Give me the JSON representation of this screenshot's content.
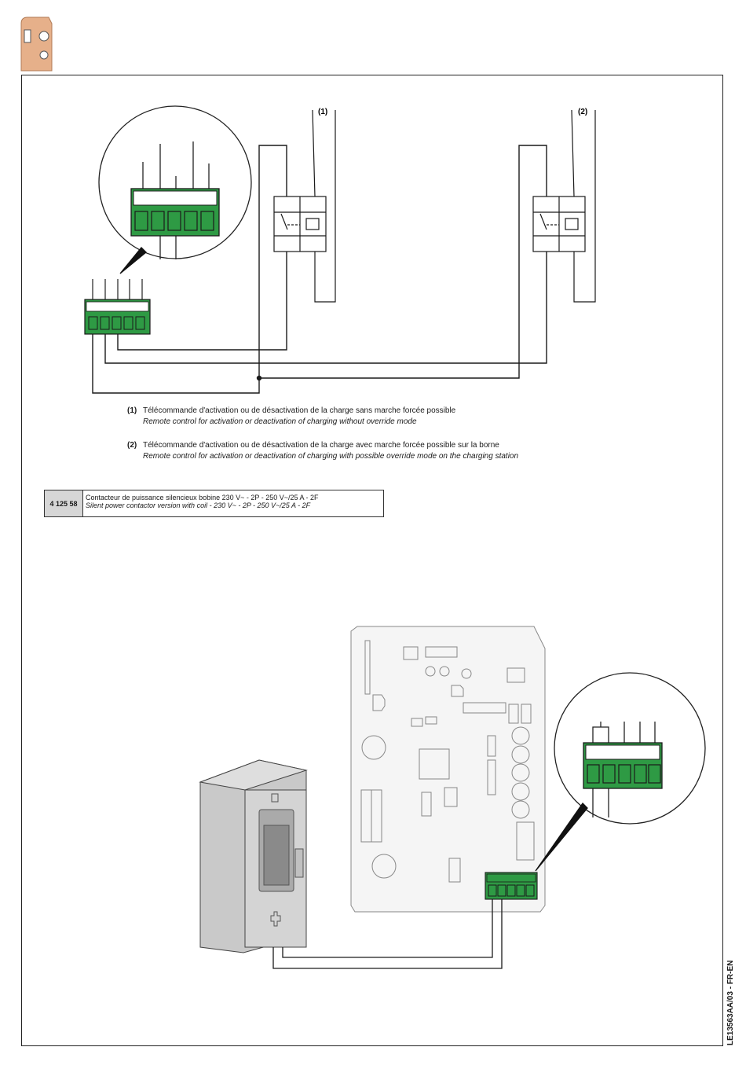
{
  "diagram": {
    "relay_1_label": "(1)",
    "relay_2_label": "(2)",
    "terminal_color": "#2e9a44",
    "shell_color": "#e6b08a"
  },
  "notes": [
    {
      "number": "(1)",
      "text_fr": "Télécommande d'activation ou de désactivation de la charge sans marche forcée possible",
      "text_en": "Remote control for activation or deactivation of charging without override mode"
    },
    {
      "number": "(2)",
      "text_fr": "Télécommande d'activation ou de désactivation de la charge avec marche forcée possible sur la borne",
      "text_en": "Remote control for activation or deactivation of charging with possible override mode on the charging station"
    }
  ],
  "reference": {
    "code": "4 125 58",
    "text_fr": "Contacteur de puissance silencieux bobine 230 V~ - 2P - 250 V~/25 A - 2F",
    "text_en": "Silent power contactor version with coil - 230 V~ - 2P - 250 V~/25 A - 2F"
  },
  "document_ref": "LE13563AA/03 - FR-EN"
}
